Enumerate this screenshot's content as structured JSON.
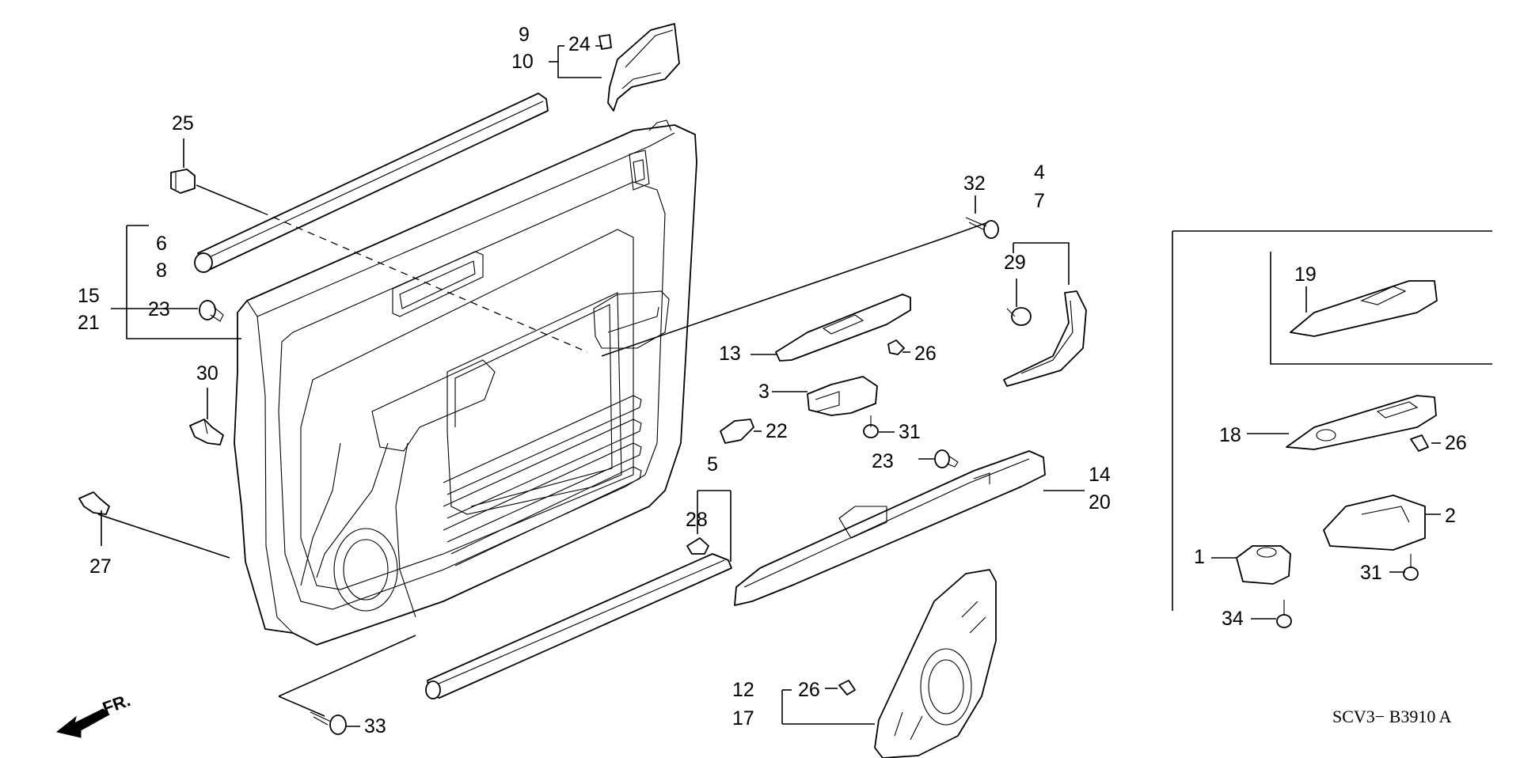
{
  "callouts": [
    {
      "id": "c1",
      "text": "1"
    },
    {
      "id": "c2",
      "text": "2"
    },
    {
      "id": "c3",
      "text": "3"
    },
    {
      "id": "c4",
      "text": "4"
    },
    {
      "id": "c5",
      "text": "5"
    },
    {
      "id": "c6",
      "text": "6"
    },
    {
      "id": "c7",
      "text": "7"
    },
    {
      "id": "c8",
      "text": "8"
    },
    {
      "id": "c9",
      "text": "9"
    },
    {
      "id": "c10",
      "text": "10"
    },
    {
      "id": "c12",
      "text": "12"
    },
    {
      "id": "c13",
      "text": "13"
    },
    {
      "id": "c14",
      "text": "14"
    },
    {
      "id": "c15",
      "text": "15"
    },
    {
      "id": "c17",
      "text": "17"
    },
    {
      "id": "c18",
      "text": "18"
    },
    {
      "id": "c19",
      "text": "19"
    },
    {
      "id": "c20",
      "text": "20"
    },
    {
      "id": "c21",
      "text": "21"
    },
    {
      "id": "c22",
      "text": "22"
    },
    {
      "id": "c23a",
      "text": "23"
    },
    {
      "id": "c23b",
      "text": "23"
    },
    {
      "id": "c24",
      "text": "24"
    },
    {
      "id": "c25",
      "text": "25"
    },
    {
      "id": "c26a",
      "text": "26"
    },
    {
      "id": "c26b",
      "text": "26"
    },
    {
      "id": "c26c",
      "text": "26"
    },
    {
      "id": "c27",
      "text": "27"
    },
    {
      "id": "c28",
      "text": "28"
    },
    {
      "id": "c29",
      "text": "29"
    },
    {
      "id": "c30",
      "text": "30"
    },
    {
      "id": "c31a",
      "text": "31"
    },
    {
      "id": "c31b",
      "text": "31"
    },
    {
      "id": "c32",
      "text": "32"
    },
    {
      "id": "c33",
      "text": "33"
    },
    {
      "id": "c34",
      "text": "34"
    }
  ],
  "direction_label": "FR.",
  "diagram_code": "SCV3− B3910 A"
}
